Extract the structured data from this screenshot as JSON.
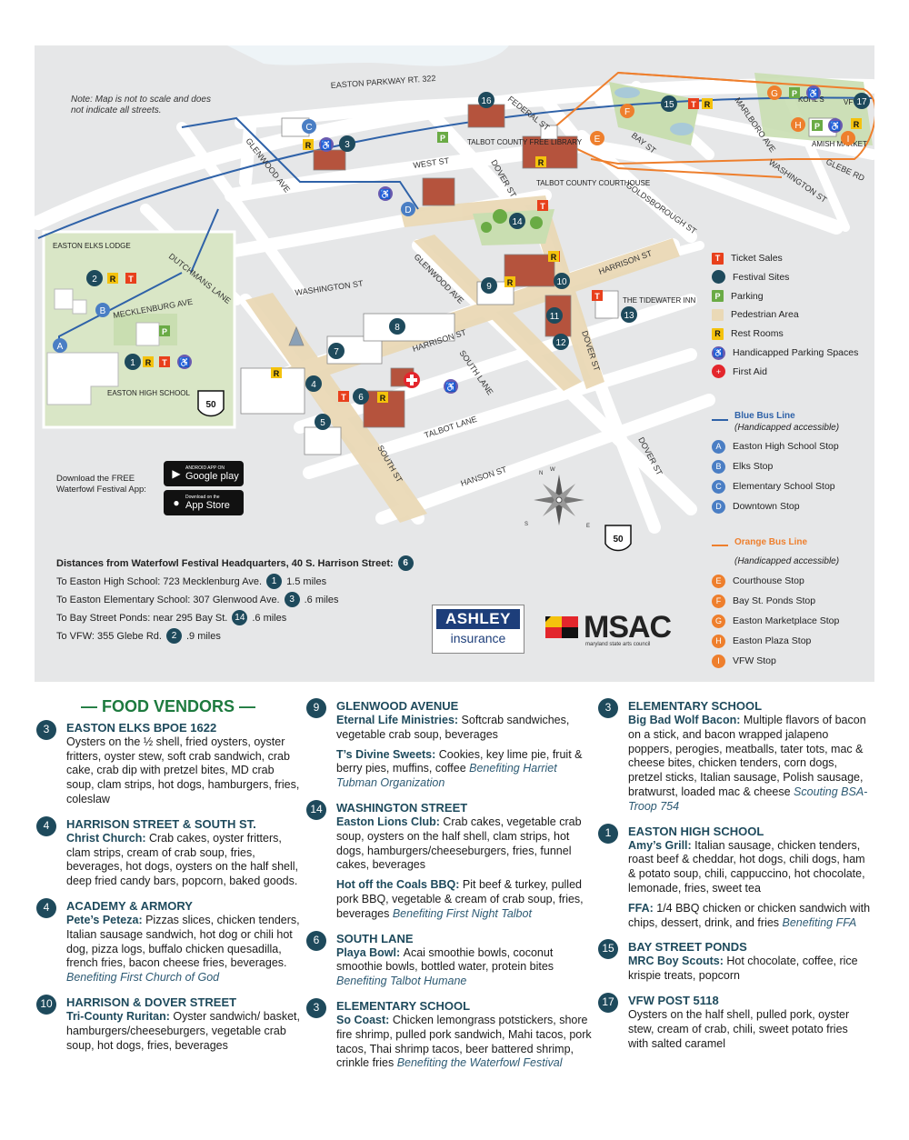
{
  "map": {
    "note": "Note: Map is not to scale and does not indicate all streets.",
    "streets": {
      "parkway": "EASTON PARKWAY RT. 322",
      "glenwood_ave": "GLENWOOD AVE",
      "west_st": "WEST ST",
      "dover_st_n": "DOVER ST",
      "federal_st": "FEDERAL ST",
      "bay_st": "BAY ST",
      "marlboro_ave": "MARLBORO AVE",
      "glebe_rd": "GLEBE RD",
      "washington_st_e": "WASHINGTON ST",
      "goldsborough_st": "GOLDSBOROUGH ST",
      "dutchmans_lane": "DUTCHMANS LANE",
      "washington_st_w": "WASHINGTON ST",
      "glenwood_ave_s": "GLENWOOD AVE",
      "harrison_st_e": "HARRISON ST",
      "harrison_st_w": "HARRISON ST",
      "dover_st_s": "DOVER ST",
      "south_lane": "SOUTH LANE",
      "talbot_lane": "TALBOT LANE",
      "south_st": "SOUTH ST",
      "hanson_st": "HANSON ST",
      "dover_st_se": "DOVER ST",
      "mecklenburg_ave": "MECKLENBURG AVE"
    },
    "places": {
      "library": "TALBOT COUNTY FREE LIBRARY",
      "courthouse": "TALBOT COUNTY COURTHOUSE",
      "tidewater": "THE TIDEWATER INN",
      "kohls": "KOHL'S",
      "amish": "AMISH MARKET",
      "vfw": "VFW",
      "elks_lodge": "EASTON ELKS LODGE",
      "high_school": "EASTON HIGH SCHOOL"
    },
    "route_shields": [
      "50",
      "50"
    ],
    "compass": [
      "N",
      "E",
      "S",
      "W"
    ],
    "markers": {
      "sites": [
        "1",
        "2",
        "3",
        "4",
        "5",
        "6",
        "7",
        "8",
        "9",
        "10",
        "11",
        "12",
        "13",
        "14",
        "15",
        "16",
        "17"
      ],
      "ticket": "T",
      "parking": "P",
      "restroom": "R",
      "stops": [
        "A",
        "B",
        "C",
        "D",
        "E",
        "F",
        "G",
        "H",
        "I"
      ]
    },
    "colors": {
      "ticket": "#e8401c",
      "site": "#1e4a5c",
      "parking": "#6aab45",
      "pedestrian": "#ead9b6",
      "restroom": "#f4c20d",
      "handicap": "#6a5bb0",
      "first_aid": "#e3262c",
      "blue_bus": "#2f62a8",
      "orange_bus": "#ee7f2d",
      "green": "#c9deb1",
      "bg": "#e6e7e8",
      "road": "#ffffff"
    }
  },
  "legend": {
    "items": [
      {
        "sym": "T",
        "label": "Ticket Sales"
      },
      {
        "sym": "",
        "label": "Festival Sites"
      },
      {
        "sym": "P",
        "label": "Parking"
      },
      {
        "sym": "",
        "label": "Pedestrian Area"
      },
      {
        "sym": "R",
        "label": "Rest Rooms"
      },
      {
        "sym": "♿",
        "label": "Handicapped Parking Spaces"
      },
      {
        "sym": "+",
        "label": "First Aid"
      }
    ],
    "blue_title": "Blue Bus Line",
    "blue_sub": "(Handicapped accessible)",
    "blue_stops": [
      {
        "letter": "A",
        "label": "Easton High School Stop"
      },
      {
        "letter": "B",
        "label": "Elks Stop"
      },
      {
        "letter": "C",
        "label": "Elementary School Stop"
      },
      {
        "letter": "D",
        "label": "Downtown Stop"
      }
    ],
    "orange_title": "Orange Bus Line",
    "orange_sub": "(Handicapped accessible)",
    "orange_stops": [
      {
        "letter": "E",
        "label": "Courthouse Stop"
      },
      {
        "letter": "F",
        "label": "Bay St. Ponds Stop"
      },
      {
        "letter": "G",
        "label": "Easton Marketplace Stop"
      },
      {
        "letter": "H",
        "label": "Easton Plaza Stop"
      },
      {
        "letter": "I",
        "label": "VFW Stop"
      }
    ]
  },
  "app": {
    "label": "Download the FREE Waterfowl Festival App:",
    "google_small": "ANDROID APP ON",
    "google_big": "Google play",
    "apple_small": "Download on the",
    "apple_big": "App Store"
  },
  "distances": {
    "title": "Distances from Waterfowl Festival Headquarters, 40 S. Harrison Street:",
    "title_num": "6",
    "rows": [
      {
        "pre": "To Easton High School: 723 Mecklenburg Ave.",
        "num": "1",
        "post": "1.5 miles"
      },
      {
        "pre": "To Easton Elementary School: 307 Glenwood Ave.",
        "num": "3",
        "post": ".6 miles"
      },
      {
        "pre": "To Bay Street Ponds: near 295 Bay St.",
        "num": "14",
        "post": ".6 miles"
      },
      {
        "pre": "To VFW: 355 Glebe Rd.",
        "num": "2",
        "post": ".9 miles"
      }
    ]
  },
  "sponsors": {
    "ashley_top": "ASHLEY",
    "ashley_bottom": "insurance",
    "msac": "MSAC",
    "msac_sub": "maryland state arts council"
  },
  "vendors": {
    "title": "— FOOD VENDORS —",
    "columns": [
      [
        {
          "num": "3",
          "heading": "EASTON ELKS BPOE 1622",
          "vendors": [
            {
              "name": "",
              "text": "Oysters on the ½ shell, fried oysters, oyster fritters, oyster stew, soft crab sandwich, crab cake, crab dip with pretzel bites, MD crab soup, clam strips, hot dogs, hamburgers, fries, coleslaw",
              "benefit": ""
            }
          ]
        },
        {
          "num": "4",
          "heading": "HARRISON STREET & SOUTH ST.",
          "vendors": [
            {
              "name": "Christ Church:",
              "text": "Crab cakes, oyster fritters, clam strips, cream of crab soup, fries, beverages, hot dogs, oysters on the half shell, deep fried candy bars, popcorn, baked goods.",
              "benefit": ""
            }
          ]
        },
        {
          "num": "4",
          "heading": "ACADEMY & ARMORY",
          "vendors": [
            {
              "name": "Pete’s Peteza:",
              "text": "Pizzas slices, chicken tenders, Italian sausage sandwich, hot dog or chili hot dog, pizza logs, buffalo chicken quesadilla, french fries, bacon cheese fries, beverages.",
              "benefit": "Benefiting First Church of God"
            }
          ]
        },
        {
          "num": "10",
          "heading": "HARRISON & DOVER STREET",
          "vendors": [
            {
              "name": "Tri-County Ruritan:",
              "text": "Oyster sandwich/ basket, hamburgers/cheeseburgers, vegetable crab soup, hot dogs, fries, beverages",
              "benefit": ""
            }
          ]
        }
      ],
      [
        {
          "num": "9",
          "heading": "GLENWOOD AVENUE",
          "vendors": [
            {
              "name": "Eternal Life Ministries:",
              "text": "Softcrab sandwiches, vegetable crab soup, beverages",
              "benefit": ""
            },
            {
              "name": "T’s Divine Sweets:",
              "text": "Cookies, key lime pie, fruit & berry pies, muffins, coffee",
              "benefit": "Benefiting Harriet Tubman Organization"
            }
          ]
        },
        {
          "num": "14",
          "heading": "WASHINGTON STREET",
          "vendors": [
            {
              "name": "Easton Lions Club:",
              "text": "Crab cakes, vegetable crab soup, oysters on the half shell, clam strips, hot dogs, hamburgers/cheeseburgers, fries, funnel cakes, beverages",
              "benefit": ""
            },
            {
              "name": "Hot off the Coals BBQ:",
              "text": "Pit beef & turkey, pulled pork BBQ, vegetable & cream of crab soup, fries, beverages",
              "benefit": "Benefiting First Night Talbot"
            }
          ]
        },
        {
          "num": "6",
          "heading": "SOUTH LANE",
          "vendors": [
            {
              "name": "Playa Bowl:",
              "text": "Acai smoothie bowls, coconut smoothie bowls, bottled water, protein bites",
              "benefit": "Benefiting Talbot Humane"
            }
          ]
        },
        {
          "num": "3",
          "heading": "ELEMENTARY SCHOOL",
          "vendors": [
            {
              "name": "So Coast:",
              "text": "Chicken lemongrass potstickers, shore fire shrimp, pulled pork sandwich, Mahi tacos, pork tacos, Thai shrimp tacos, beer battered shrimp, crinkle fries",
              "benefit": "Benefiting the Waterfowl Festival"
            }
          ]
        }
      ],
      [
        {
          "num": "3",
          "heading": "ELEMENTARY SCHOOL",
          "vendors": [
            {
              "name": "Big Bad Wolf Bacon:",
              "text": "Multiple flavors of bacon on a stick, and bacon wrapped jalapeno poppers, perogies, meatballs, tater tots, mac & cheese bites, chicken tenders, corn dogs, pretzel sticks, Italian sausage, Polish sausage, bratwurst, loaded mac & cheese",
              "benefit": "Scouting BSA- Troop 754"
            }
          ]
        },
        {
          "num": "1",
          "heading": "EASTON HIGH SCHOOL",
          "vendors": [
            {
              "name": "Amy’s Grill:",
              "text": "Italian sausage, chicken tenders, roast beef & cheddar, hot dogs, chili dogs, ham & potato soup, chili, cappuccino, hot chocolate, lemonade, fries, sweet tea",
              "benefit": ""
            },
            {
              "name": "FFA:",
              "text": "1/4 BBQ chicken or chicken sandwich with chips, dessert, drink, and fries",
              "benefit": "Benefiting FFA"
            }
          ]
        },
        {
          "num": "15",
          "heading": "BAY STREET PONDS",
          "vendors": [
            {
              "name": "MRC Boy Scouts:",
              "text": "Hot chocolate, coffee, rice krispie treats, popcorn",
              "benefit": ""
            }
          ]
        },
        {
          "num": "17",
          "heading": "VFW POST 5118",
          "vendors": [
            {
              "name": "",
              "text": "Oysters on the half shell, pulled pork, oyster stew, cream of crab, chili, sweet potato fries with salted caramel",
              "benefit": ""
            }
          ]
        }
      ]
    ]
  }
}
